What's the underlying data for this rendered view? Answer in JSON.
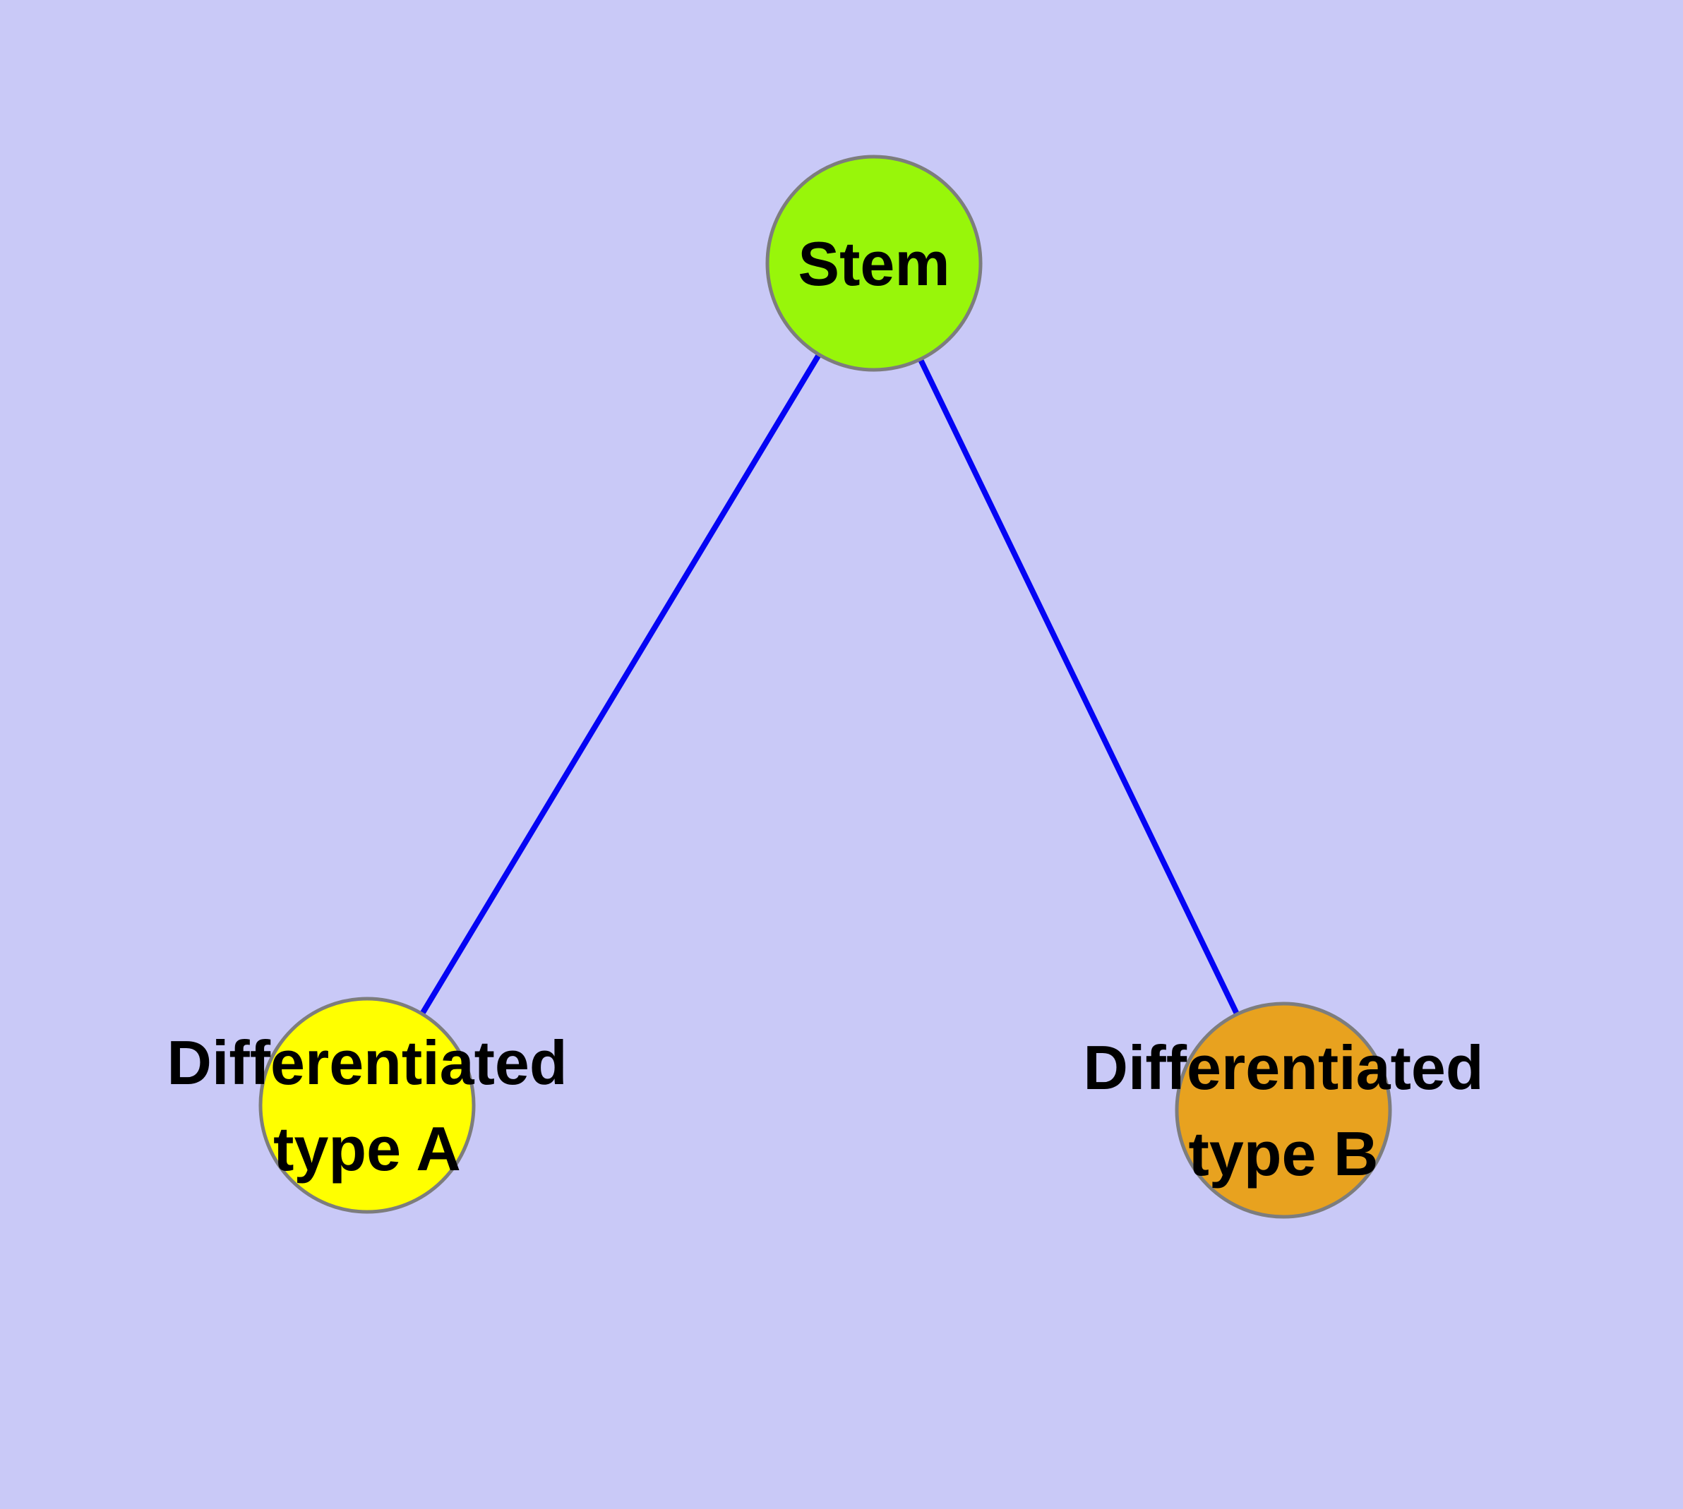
{
  "diagram": {
    "type": "graph",
    "background_color": "#c9c9f7",
    "edge_color": "#0404f4",
    "node_border_color": "#7d7d7d",
    "text_color": "#000000",
    "nodes": [
      {
        "id": "stem",
        "label": "Stem",
        "fill": "#98f60a"
      },
      {
        "id": "differentiated-type-a",
        "label": "Differentiated type A",
        "label_line1": "Differentiated",
        "label_line2": "type A",
        "fill": "#ffff00"
      },
      {
        "id": "differentiated-type-b",
        "label": "Differentiated type B",
        "label_line1": "Differentiated",
        "label_line2": "type B",
        "fill": "#e8a21f"
      }
    ],
    "edges": [
      {
        "from": "Stem",
        "to": "Differentiated type A"
      },
      {
        "from": "Stem",
        "to": "Differentiated type B"
      }
    ]
  }
}
